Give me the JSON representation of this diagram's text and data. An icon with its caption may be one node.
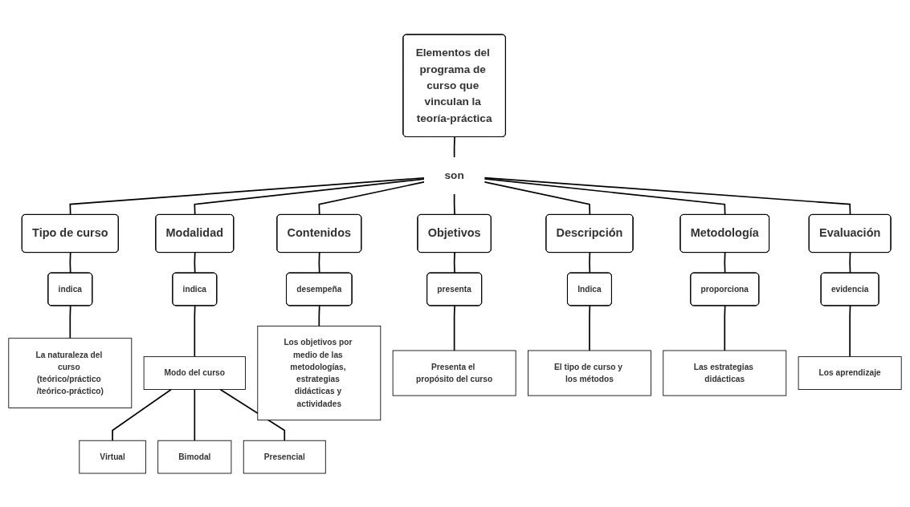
{
  "diagram": {
    "nodes": [
      {
        "text": [
          "Elementos del programa de curso que vinculan la teoría-práctica"
        ]
      },
      {
        "text": [
          "son"
        ]
      },
      {
        "text": [
          "Tipo de curso"
        ]
      },
      {
        "text": [
          "Modalidad"
        ]
      },
      {
        "text": [
          "Contenidos"
        ]
      },
      {
        "text": [
          "Objetivos"
        ]
      },
      {
        "text": [
          "Descripción"
        ]
      },
      {
        "text": [
          "Metodología"
        ]
      },
      {
        "text": [
          "Evaluación"
        ]
      },
      {
        "text": [
          "indica"
        ]
      },
      {
        "text": [
          "indica"
        ]
      },
      {
        "text": [
          "desempeña"
        ]
      },
      {
        "text": [
          "presenta"
        ]
      },
      {
        "text": [
          "Indica"
        ]
      },
      {
        "text": [
          "proporciona"
        ]
      },
      {
        "text": [
          "evidencia"
        ]
      },
      {
        "text": [
          "La naturaleza del curso (teórico/práctico /teórico-práctico)"
        ]
      },
      {
        "text": [
          "Modo del curso"
        ]
      },
      {
        "text": [
          "Los objetivos por medio de las metodologías, estrategias didácticas y actividades"
        ]
      },
      {
        "text": [
          "Presenta el propósito del curso"
        ]
      },
      {
        "text": [
          "El tipo de curso y los métodos"
        ]
      },
      {
        "text": [
          "Las estrategias didácticas"
        ]
      },
      {
        "text": [
          "Los aprendizaje"
        ]
      },
      {
        "text": [
          "Virtual"
        ]
      },
      {
        "text": [
          "Bimodal"
        ]
      },
      {
        "text": [
          "Presencial"
        ]
      }
    ],
    "edges": [
      {
        "from": 0,
        "to": 1,
        "arrow": "none"
      },
      {
        "from": 1,
        "to": 2,
        "arrow": "none"
      },
      {
        "from": 1,
        "to": 3,
        "arrow": "none"
      },
      {
        "from": 1,
        "to": 4,
        "arrow": "none"
      },
      {
        "from": 1,
        "to": 5,
        "arrow": "none"
      },
      {
        "from": 1,
        "to": 6,
        "arrow": "none"
      },
      {
        "from": 1,
        "to": 7,
        "arrow": "none"
      },
      {
        "from": 1,
        "to": 8,
        "arrow": "none"
      },
      {
        "from": 2,
        "to": 9,
        "arrow": "none"
      },
      {
        "from": 3,
        "to": 10,
        "arrow": "none"
      },
      {
        "from": 4,
        "to": 11,
        "arrow": "none"
      },
      {
        "from": 5,
        "to": 12,
        "arrow": "none"
      },
      {
        "from": 6,
        "to": 13,
        "arrow": "none"
      },
      {
        "from": 7,
        "to": 14,
        "arrow": "none"
      },
      {
        "from": 8,
        "to": 15,
        "arrow": "none"
      },
      {
        "from": 9,
        "to": 16,
        "arrow": "none"
      },
      {
        "from": 10,
        "to": 17,
        "arrow": "none"
      },
      {
        "from": 11,
        "to": 18,
        "arrow": "none"
      },
      {
        "from": 12,
        "to": 19,
        "arrow": "none"
      },
      {
        "from": 13,
        "to": 20,
        "arrow": "none"
      },
      {
        "from": 14,
        "to": 21,
        "arrow": "none"
      },
      {
        "from": 15,
        "to": 22,
        "arrow": "none"
      },
      {
        "from": 17,
        "to": 23,
        "arrow": "none"
      },
      {
        "from": 17,
        "to": 24,
        "arrow": "none"
      },
      {
        "from": 17,
        "to": 25,
        "arrow": "none"
      }
    ]
  }
}
